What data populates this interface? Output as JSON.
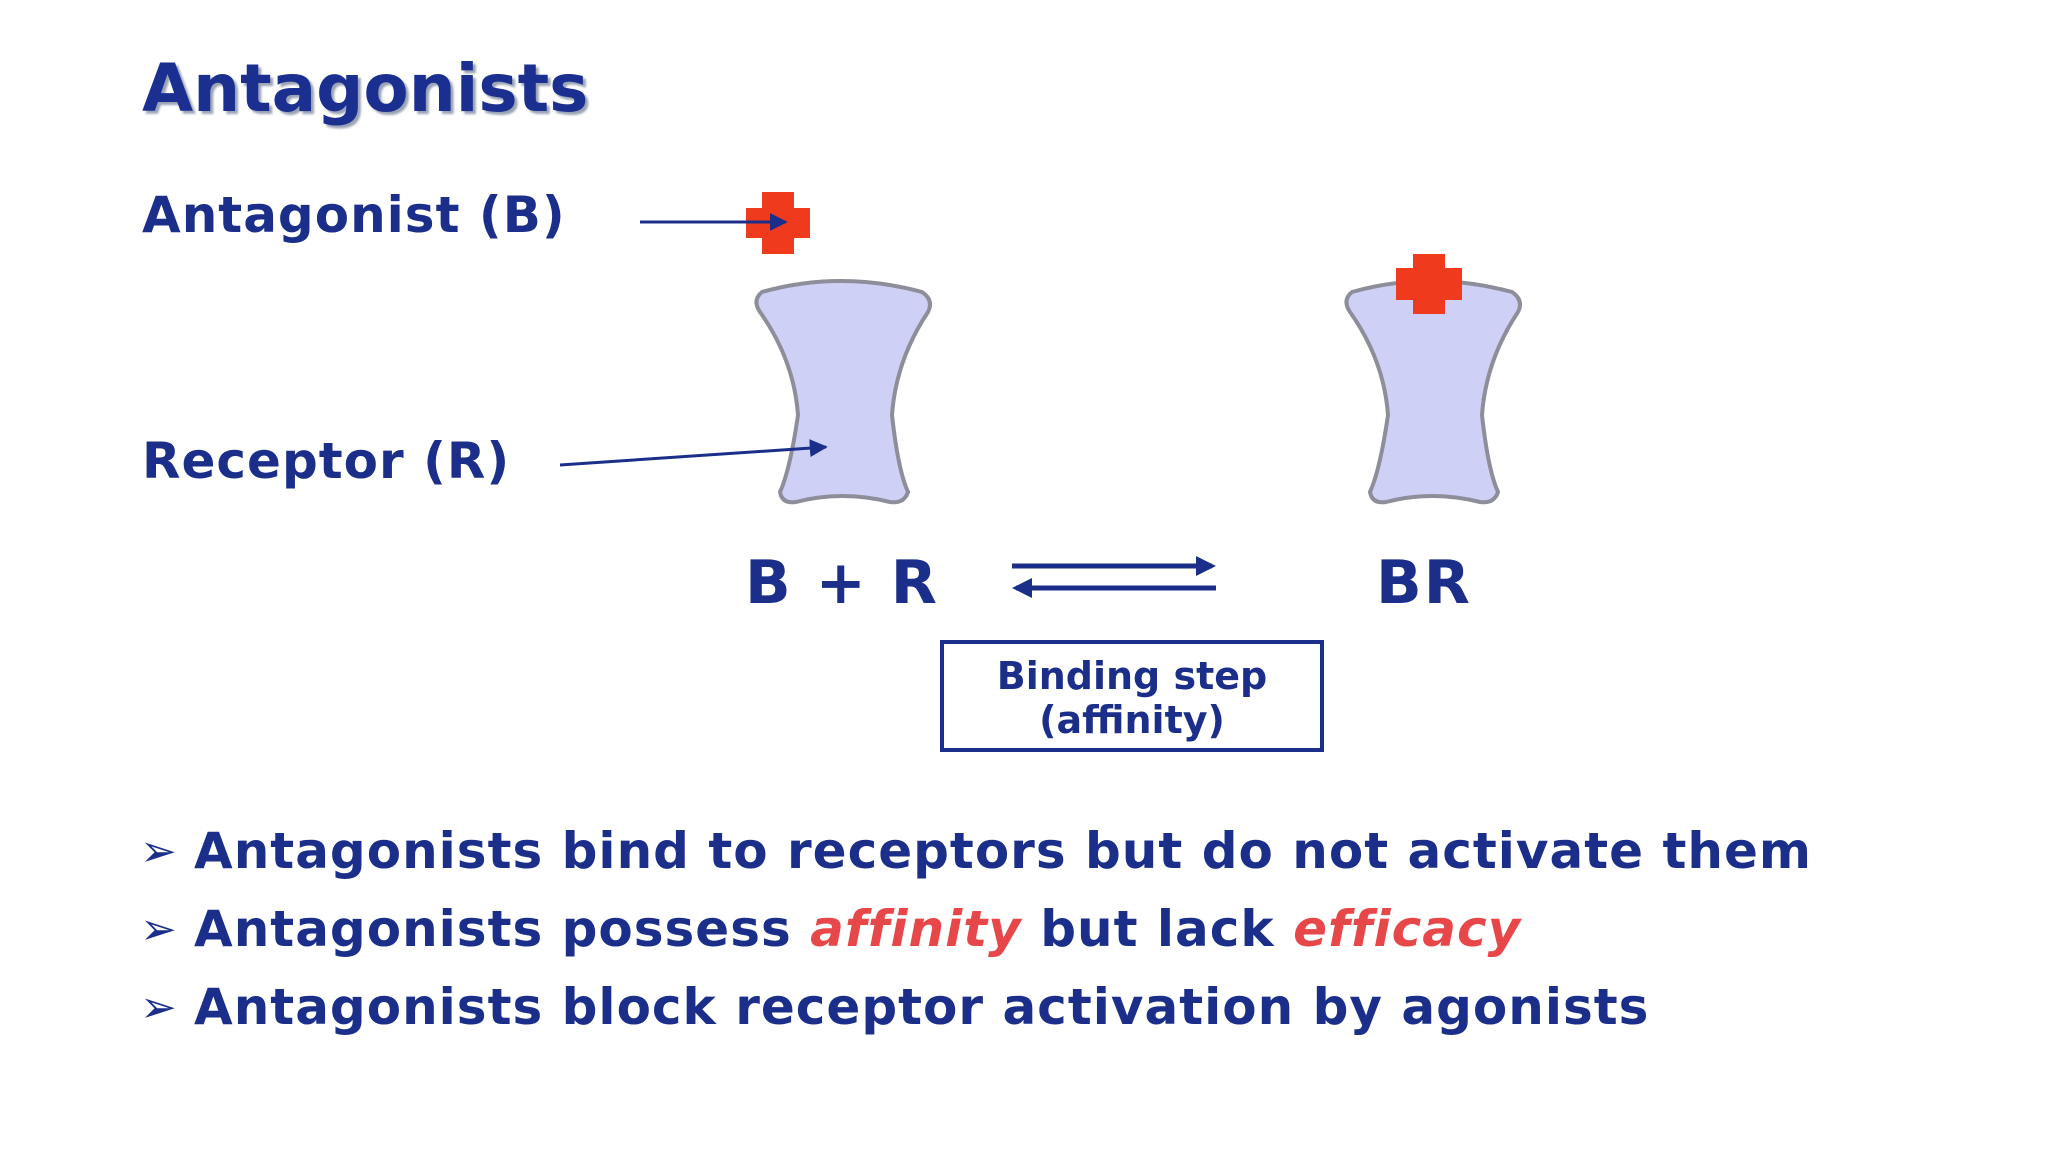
{
  "slide": {
    "title": "Antagonists",
    "labels": {
      "antagonist": "Antagonist (B)",
      "receptor": "Receptor (R)"
    },
    "equation": {
      "left": "B + R",
      "right": "BR"
    },
    "binding_box": {
      "line1": "Binding step",
      "line2": "(affinity)"
    },
    "bullets": [
      {
        "marker": "➢",
        "text": "Antagonists bind to receptors but do not activate them"
      },
      {
        "marker": "➢",
        "part1": "Antagonists possess ",
        "em1": "affinity",
        "part2": " but lack ",
        "em2": "efficacy"
      },
      {
        "marker": "➢",
        "text": "Antagonists block receptor activation by agonists"
      }
    ],
    "colors": {
      "text": "#1b2f8a",
      "emphasis": "#e8474a",
      "antagonist": "#f03a1e",
      "receptor_fill": "#cfd0f5",
      "receptor_stroke": "#8e8e9a"
    }
  }
}
